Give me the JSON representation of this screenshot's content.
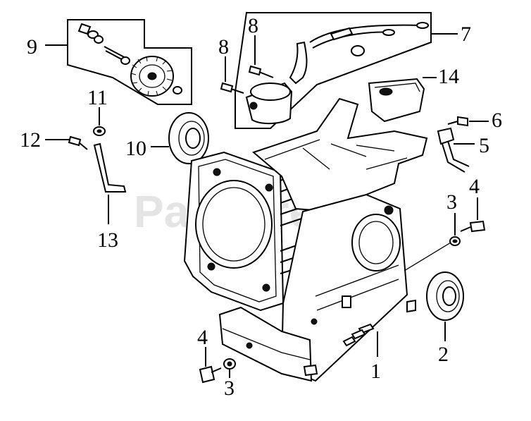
{
  "watermark": "PartsTree",
  "callouts": {
    "c1": "1",
    "c2": "2",
    "c3a": "3",
    "c3b": "3",
    "c4a": "4",
    "c4b": "4",
    "c5": "5",
    "c6": "6",
    "c7": "7",
    "c8a": "8",
    "c8b": "8",
    "c9": "9",
    "c10": "10",
    "c11": "11",
    "c12": "12",
    "c13": "13",
    "c14": "14"
  }
}
